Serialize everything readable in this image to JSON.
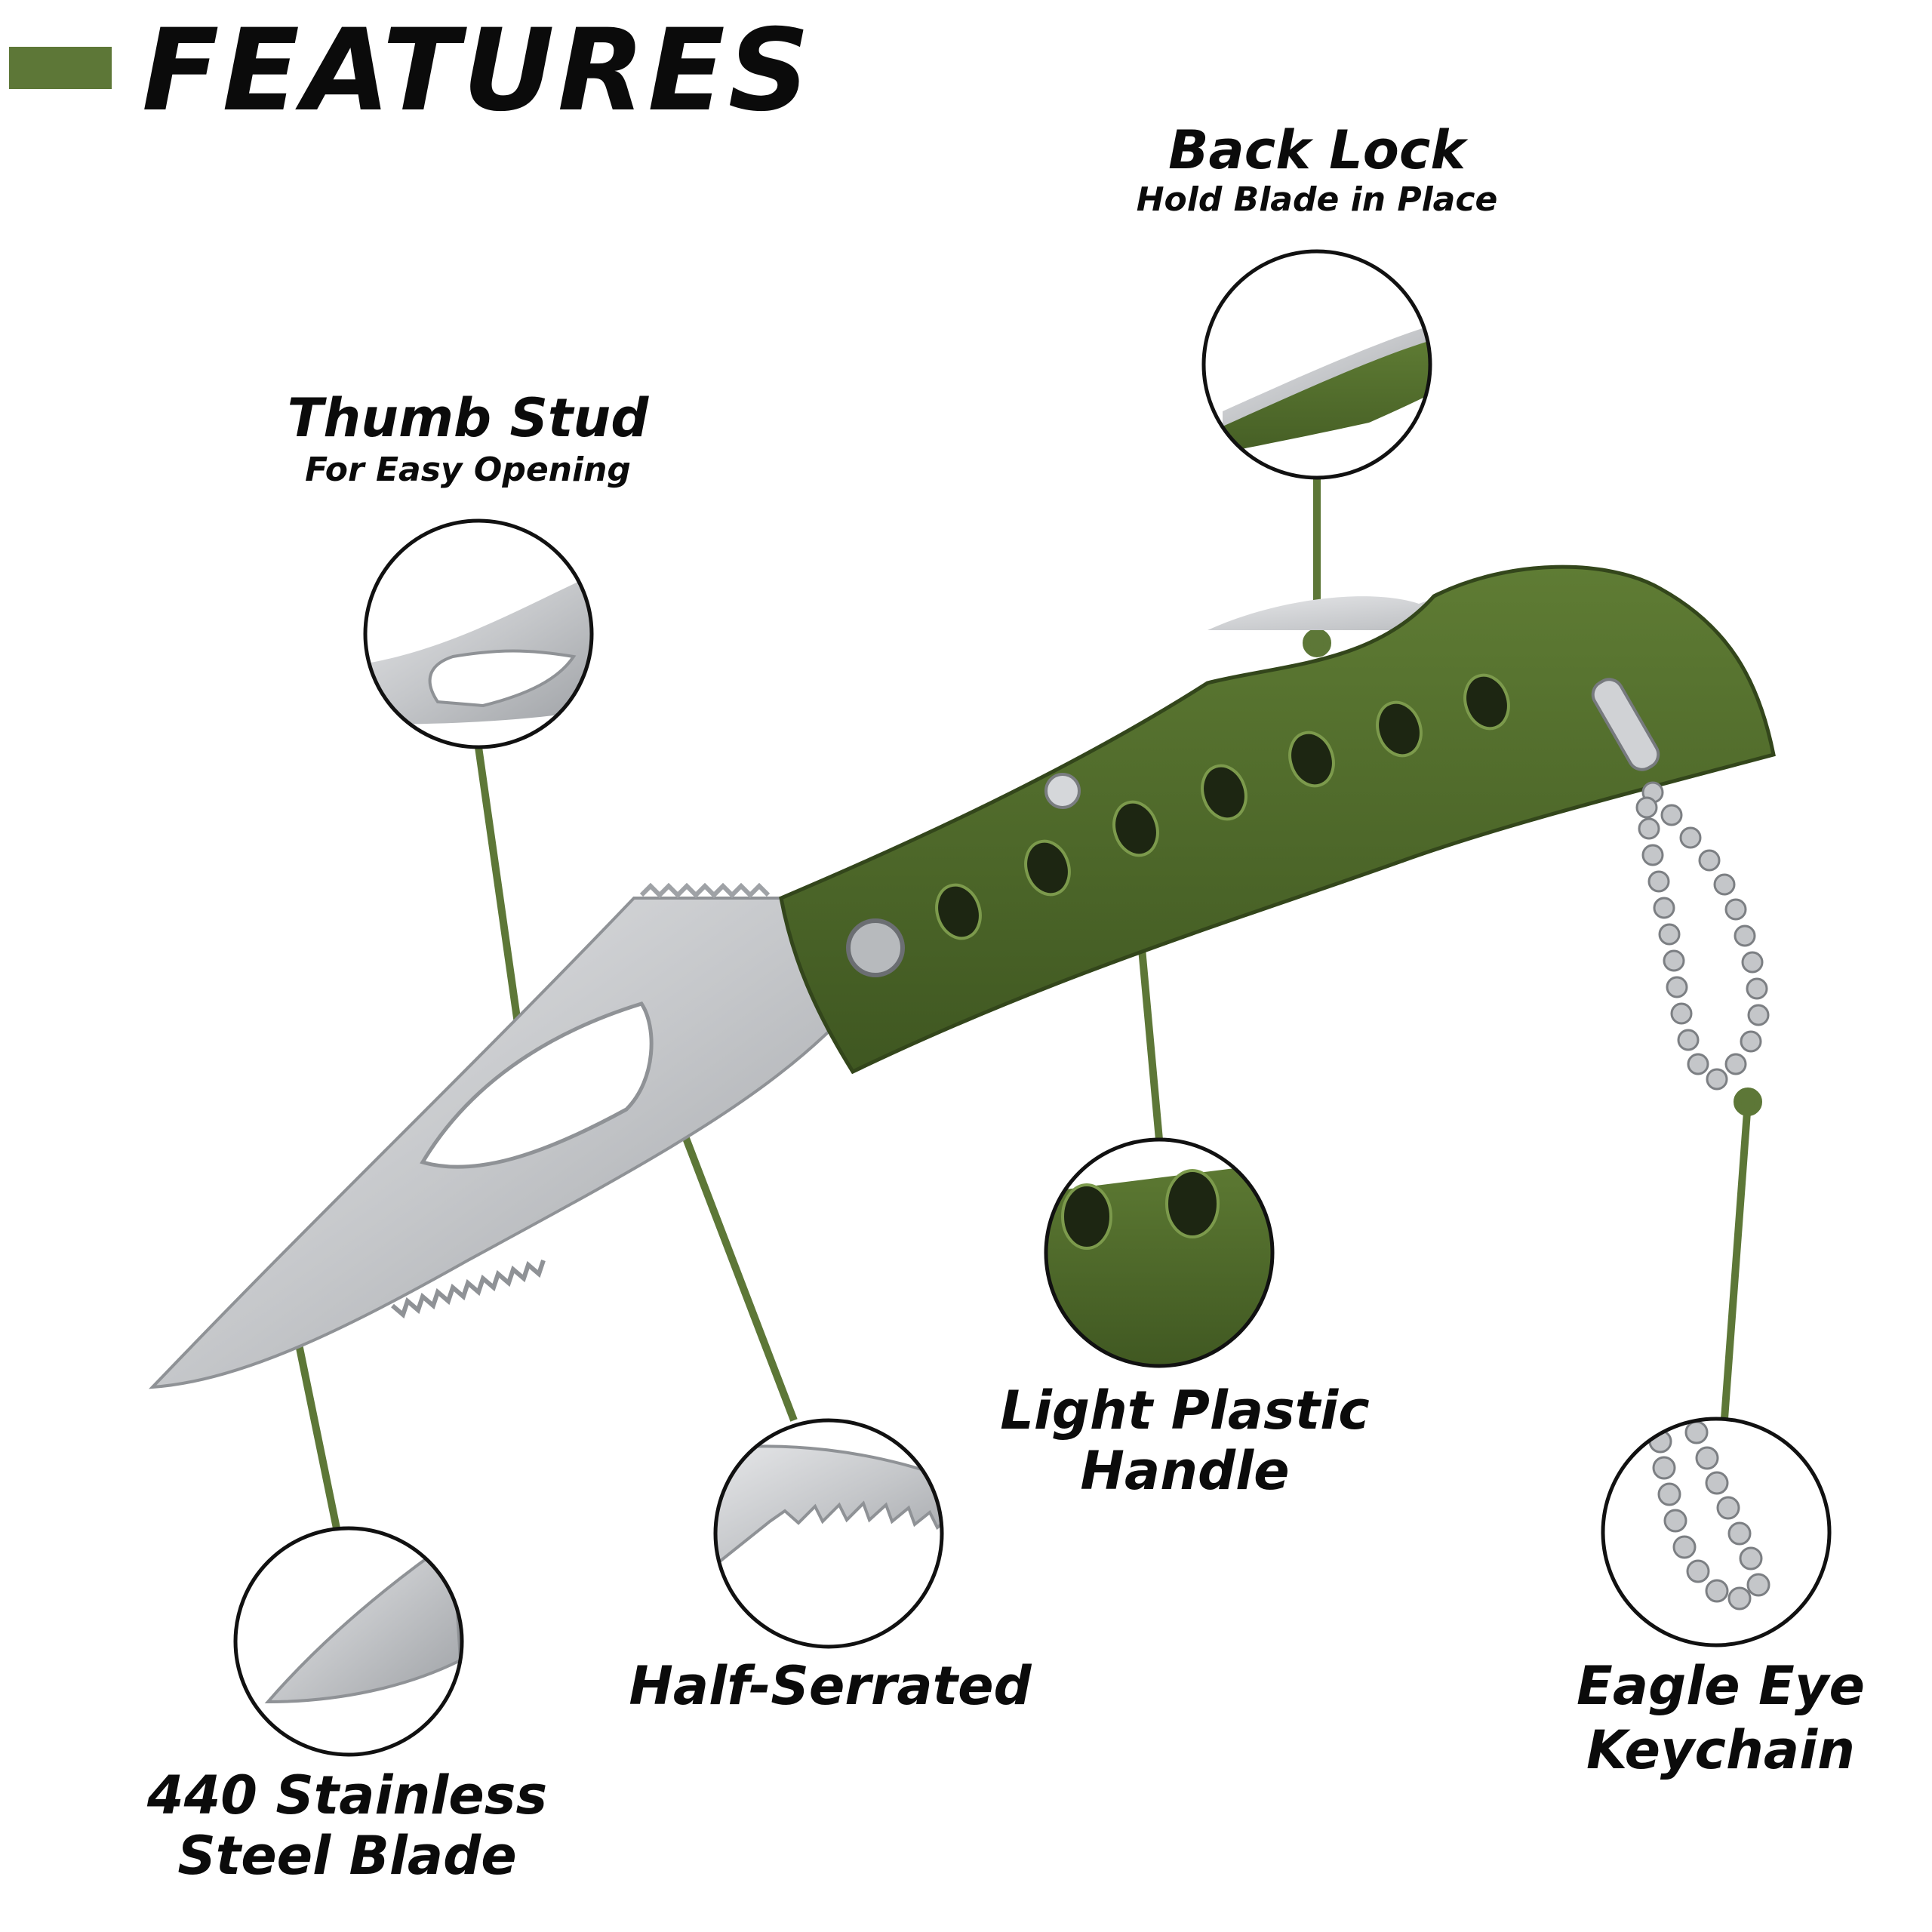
{
  "header": {
    "title": "FEATURES"
  },
  "features": {
    "back_lock": {
      "title": "Back Lock",
      "subtitle": "Hold Blade in Place"
    },
    "thumb_stud": {
      "title": "Thumb Stud",
      "subtitle": "For Easy Opening"
    },
    "handle": {
      "line1": "Light Plastic",
      "line2": "Handle"
    },
    "serrated": {
      "title": "Half-Serrated"
    },
    "keychain": {
      "line1": "Eagle Eye",
      "line2": "Keychain"
    },
    "blade": {
      "line1": "440 Stainless",
      "line2": "Steel Blade"
    }
  },
  "colors": {
    "accent": "#5d7737",
    "handle": "#4f6a2b",
    "steel": "#c9cbce",
    "text": "#0b0b0b"
  }
}
